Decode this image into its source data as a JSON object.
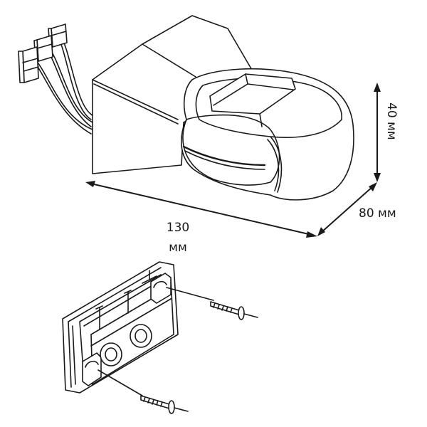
{
  "dimensions": {
    "length_value": "130",
    "length_unit": "мм",
    "depth_label": "80 мм",
    "height_label": "40 мм"
  }
}
